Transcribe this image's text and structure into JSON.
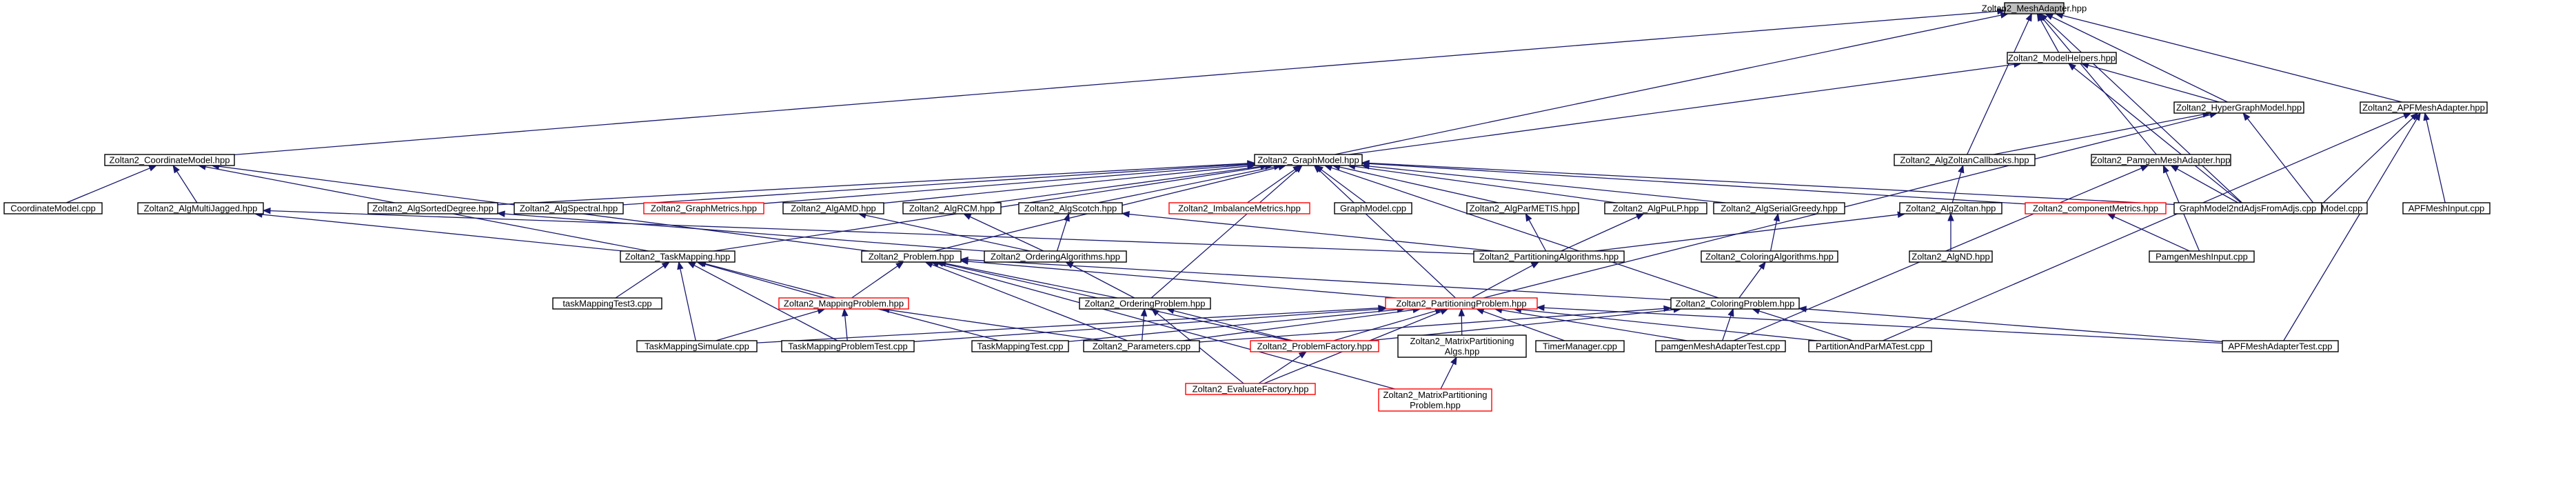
{
  "nodes": [
    {
      "id": "MeshAdapter",
      "label": "Zoltan2_MeshAdapter.hpp",
      "style": "root"
    },
    {
      "id": "ModelHelpers",
      "label": "Zoltan2_ModelHelpers.hpp",
      "style": "normal"
    },
    {
      "id": "CoordinateModel",
      "label": "Zoltan2_CoordinateModel.hpp",
      "style": "normal"
    },
    {
      "id": "HyperGraphModel",
      "label": "Zoltan2_HyperGraphModel.hpp",
      "style": "normal"
    },
    {
      "id": "APFMeshAdapter",
      "label": "Zoltan2_APFMeshAdapter.hpp",
      "style": "normal"
    },
    {
      "id": "CoordinateModelCpp",
      "label": "CoordinateModel.cpp",
      "style": "normal"
    },
    {
      "id": "AlgMultiJagged",
      "label": "Zoltan2_AlgMultiJagged.hpp",
      "style": "normal"
    },
    {
      "id": "GraphModel",
      "label": "Zoltan2_GraphModel.hpp",
      "style": "normal"
    },
    {
      "id": "AlgZoltanCallbacks",
      "label": "Zoltan2_AlgZoltanCallbacks.hpp",
      "style": "normal"
    },
    {
      "id": "PamgenMeshAdapter",
      "label": "Zoltan2_PamgenMeshAdapter.hpp",
      "style": "normal"
    },
    {
      "id": "HyperGraphModelCpp",
      "label": "HyperGraphModel.cpp",
      "style": "normal"
    },
    {
      "id": "APFMeshInputCpp",
      "label": "APFMeshInput.cpp",
      "style": "normal"
    },
    {
      "id": "AlgSortedDegree",
      "label": "Zoltan2_AlgSortedDegree.hpp",
      "style": "normal"
    },
    {
      "id": "AlgSpectral",
      "label": "Zoltan2_AlgSpectral.hpp",
      "style": "normal"
    },
    {
      "id": "GraphMetrics",
      "label": "Zoltan2_GraphMetrics.hpp",
      "style": "red"
    },
    {
      "id": "AlgAMD",
      "label": "Zoltan2_AlgAMD.hpp",
      "style": "normal"
    },
    {
      "id": "AlgRCM",
      "label": "Zoltan2_AlgRCM.hpp",
      "style": "normal"
    },
    {
      "id": "AlgScotch",
      "label": "Zoltan2_AlgScotch.hpp",
      "style": "normal"
    },
    {
      "id": "ImbalanceMetrics",
      "label": "Zoltan2_ImbalanceMetrics.hpp",
      "style": "red"
    },
    {
      "id": "GraphModelCpp",
      "label": "GraphModel.cpp",
      "style": "normal"
    },
    {
      "id": "AlgParMETIS",
      "label": "Zoltan2_AlgParMETIS.hpp",
      "style": "normal"
    },
    {
      "id": "AlgPuLP",
      "label": "Zoltan2_AlgPuLP.hpp",
      "style": "normal"
    },
    {
      "id": "AlgSerialGreedy",
      "label": "Zoltan2_AlgSerialGreedy.hpp",
      "style": "normal"
    },
    {
      "id": "AlgZoltan",
      "label": "Zoltan2_AlgZoltan.hpp",
      "style": "normal"
    },
    {
      "id": "ComponentMetrics",
      "label": "Zoltan2_componentMetrics.hpp",
      "style": "red"
    },
    {
      "id": "GraphModel2ndAdjs",
      "label": "GraphModel2ndAdjsFromAdjs.cpp",
      "style": "normal"
    },
    {
      "id": "TaskMapping",
      "label": "Zoltan2_TaskMapping.hpp",
      "style": "normal"
    },
    {
      "id": "Problem",
      "label": "Zoltan2_Problem.hpp",
      "style": "normal"
    },
    {
      "id": "OrderingAlgorithms",
      "label": "Zoltan2_OrderingAlgorithms.hpp",
      "style": "normal"
    },
    {
      "id": "PartitioningAlgorithms",
      "label": "Zoltan2_PartitioningAlgorithms.hpp",
      "style": "normal"
    },
    {
      "id": "ColoringAlgorithms",
      "label": "Zoltan2_ColoringAlgorithms.hpp",
      "style": "normal"
    },
    {
      "id": "AlgND",
      "label": "Zoltan2_AlgND.hpp",
      "style": "normal"
    },
    {
      "id": "PamgenMeshInputCpp",
      "label": "PamgenMeshInput.cpp",
      "style": "normal"
    },
    {
      "id": "TaskMappingTest3",
      "label": "taskMappingTest3.cpp",
      "style": "normal"
    },
    {
      "id": "MappingProblem",
      "label": "Zoltan2_MappingProblem.hpp",
      "style": "red"
    },
    {
      "id": "OrderingProblem",
      "label": "Zoltan2_OrderingProblem.hpp",
      "style": "normal"
    },
    {
      "id": "PartitioningProblem",
      "label": "Zoltan2_PartitioningProblem.hpp",
      "style": "red"
    },
    {
      "id": "ColoringProblem",
      "label": "Zoltan2_ColoringProblem.hpp",
      "style": "normal"
    },
    {
      "id": "TaskMappingSimulate",
      "label": "TaskMappingSimulate.cpp",
      "style": "normal"
    },
    {
      "id": "TaskMappingProblemTest",
      "label": "TaskMappingProblemTest.cpp",
      "style": "normal"
    },
    {
      "id": "TaskMappingTest",
      "label": "TaskMappingTest.cpp",
      "style": "normal"
    },
    {
      "id": "Parameters",
      "label": "Zoltan2_Parameters.cpp",
      "style": "normal"
    },
    {
      "id": "ProblemFactory",
      "label": "Zoltan2_ProblemFactory.hpp",
      "style": "red"
    },
    {
      "id": "MatrixPartitioningAlgs",
      "label": "Zoltan2_MatrixPartitioning Algs.hpp",
      "style": "normal"
    },
    {
      "id": "TimerManager",
      "label": "TimerManager.cpp",
      "style": "normal"
    },
    {
      "id": "PamgenMeshAdapterTest",
      "label": "pamgenMeshAdapterTest.cpp",
      "style": "normal"
    },
    {
      "id": "PartitionAndParMATest",
      "label": "PartitionAndParMATest.cpp",
      "style": "normal"
    },
    {
      "id": "APFMeshAdapterTest",
      "label": "APFMeshAdapterTest.cpp",
      "style": "normal"
    },
    {
      "id": "EvaluateFactory",
      "label": "Zoltan2_EvaluateFactory.hpp",
      "style": "red"
    },
    {
      "id": "MatrixPartitioningProblem",
      "label": "Zoltan2_MatrixPartitioning Problem.hpp",
      "style": "red"
    }
  ],
  "edges": [
    [
      "MeshAdapter",
      "ModelHelpers"
    ],
    [
      "MeshAdapter",
      "CoordinateModel"
    ],
    [
      "MeshAdapter",
      "GraphModel"
    ],
    [
      "MeshAdapter",
      "HyperGraphModel"
    ],
    [
      "MeshAdapter",
      "AlgZoltanCallbacks"
    ],
    [
      "MeshAdapter",
      "PamgenMeshAdapter"
    ],
    [
      "MeshAdapter",
      "APFMeshAdapter"
    ],
    [
      "MeshAdapter",
      "GraphModel2ndAdjs"
    ],
    [
      "ModelHelpers",
      "GraphModel"
    ],
    [
      "ModelHelpers",
      "HyperGraphModel"
    ],
    [
      "ModelHelpers",
      "GraphModel2ndAdjs"
    ],
    [
      "CoordinateModel",
      "CoordinateModelCpp"
    ],
    [
      "CoordinateModel",
      "AlgMultiJagged"
    ],
    [
      "CoordinateModel",
      "TaskMapping"
    ],
    [
      "CoordinateModel",
      "Problem"
    ],
    [
      "HyperGraphModel",
      "AlgZoltanCallbacks"
    ],
    [
      "HyperGraphModel",
      "HyperGraphModelCpp"
    ],
    [
      "HyperGraphModel",
      "PartitioningProblem"
    ],
    [
      "APFMeshAdapter",
      "HyperGraphModelCpp"
    ],
    [
      "APFMeshAdapter",
      "APFMeshInputCpp"
    ],
    [
      "APFMeshAdapter",
      "APFMeshAdapterTest"
    ],
    [
      "APFMeshAdapter",
      "PartitionAndParMATest"
    ],
    [
      "GraphModel",
      "AlgSortedDegree"
    ],
    [
      "GraphModel",
      "AlgSpectral"
    ],
    [
      "GraphModel",
      "GraphMetrics"
    ],
    [
      "GraphModel",
      "AlgAMD"
    ],
    [
      "GraphModel",
      "AlgRCM"
    ],
    [
      "GraphModel",
      "AlgScotch"
    ],
    [
      "GraphModel",
      "ImbalanceMetrics"
    ],
    [
      "GraphModel",
      "GraphModelCpp"
    ],
    [
      "GraphModel",
      "AlgParMETIS"
    ],
    [
      "GraphModel",
      "AlgPuLP"
    ],
    [
      "GraphModel",
      "AlgSerialGreedy"
    ],
    [
      "GraphModel",
      "ComponentMetrics"
    ],
    [
      "GraphModel",
      "GraphModel2ndAdjs"
    ],
    [
      "GraphModel",
      "TaskMapping"
    ],
    [
      "GraphModel",
      "Problem"
    ],
    [
      "GraphModel",
      "OrderingProblem"
    ],
    [
      "GraphModel",
      "PartitioningProblem"
    ],
    [
      "GraphModel",
      "ColoringProblem"
    ],
    [
      "AlgZoltanCallbacks",
      "AlgZoltan"
    ],
    [
      "PamgenMeshAdapter",
      "GraphModel2ndAdjs"
    ],
    [
      "PamgenMeshAdapter",
      "PamgenMeshInputCpp"
    ],
    [
      "PamgenMeshAdapter",
      "PamgenMeshAdapterTest"
    ],
    [
      "AlgMultiJagged",
      "TaskMapping"
    ],
    [
      "AlgMultiJagged",
      "PartitioningAlgorithms"
    ],
    [
      "AlgSortedDegree",
      "OrderingAlgorithms"
    ],
    [
      "AlgAMD",
      "OrderingAlgorithms"
    ],
    [
      "AlgRCM",
      "OrderingAlgorithms"
    ],
    [
      "AlgScotch",
      "OrderingAlgorithms"
    ],
    [
      "AlgScotch",
      "PartitioningAlgorithms"
    ],
    [
      "AlgParMETIS",
      "PartitioningAlgorithms"
    ],
    [
      "AlgPuLP",
      "PartitioningAlgorithms"
    ],
    [
      "AlgSerialGreedy",
      "ColoringAlgorithms"
    ],
    [
      "AlgZoltan",
      "PartitioningAlgorithms"
    ],
    [
      "AlgZoltan",
      "AlgND"
    ],
    [
      "ComponentMetrics",
      "PamgenMeshInputCpp"
    ],
    [
      "TaskMapping",
      "TaskMappingTest3"
    ],
    [
      "TaskMapping",
      "MappingProblem"
    ],
    [
      "TaskMapping",
      "TaskMappingSimulate"
    ],
    [
      "TaskMapping",
      "TaskMappingProblemTest"
    ],
    [
      "TaskMapping",
      "TaskMappingTest"
    ],
    [
      "Problem",
      "MappingProblem"
    ],
    [
      "Problem",
      "OrderingProblem"
    ],
    [
      "Problem",
      "PartitioningProblem"
    ],
    [
      "Problem",
      "ColoringProblem"
    ],
    [
      "Problem",
      "Parameters"
    ],
    [
      "Problem",
      "ProblemFactory"
    ],
    [
      "Problem",
      "MatrixPartitioningProblem"
    ],
    [
      "OrderingAlgorithms",
      "OrderingProblem"
    ],
    [
      "PartitioningAlgorithms",
      "PartitioningProblem"
    ],
    [
      "ColoringAlgorithms",
      "ColoringProblem"
    ],
    [
      "MappingProblem",
      "TaskMappingSimulate"
    ],
    [
      "MappingProblem",
      "TaskMappingProblemTest"
    ],
    [
      "MappingProblem",
      "Parameters"
    ],
    [
      "OrderingProblem",
      "Parameters"
    ],
    [
      "OrderingProblem",
      "ProblemFactory"
    ],
    [
      "OrderingProblem",
      "EvaluateFactory"
    ],
    [
      "PartitioningProblem",
      "TaskMappingSimulate"
    ],
    [
      "PartitioningProblem",
      "TaskMappingTest"
    ],
    [
      "PartitioningProblem",
      "Parameters"
    ],
    [
      "PartitioningProblem",
      "ProblemFactory"
    ],
    [
      "PartitioningProblem",
      "MatrixPartitioningAlgs"
    ],
    [
      "PartitioningProblem",
      "TimerManager"
    ],
    [
      "PartitioningProblem",
      "PamgenMeshAdapterTest"
    ],
    [
      "PartitioningProblem",
      "PartitionAndParMATest"
    ],
    [
      "PartitioningProblem",
      "APFMeshAdapterTest"
    ],
    [
      "PartitioningProblem",
      "TaskMappingProblemTest"
    ],
    [
      "PartitioningProblem",
      "EvaluateFactory"
    ],
    [
      "ColoringProblem",
      "ProblemFactory"
    ],
    [
      "ColoringProblem",
      "PamgenMeshAdapterTest"
    ],
    [
      "ColoringProblem",
      "PartitionAndParMATest"
    ],
    [
      "ColoringProblem",
      "APFMeshAdapterTest"
    ],
    [
      "ColoringProblem",
      "Parameters"
    ],
    [
      "ProblemFactory",
      "EvaluateFactory"
    ],
    [
      "MatrixPartitioningAlgs",
      "MatrixPartitioningProblem"
    ]
  ],
  "colors": {
    "edge": "#191970",
    "border": "#000000",
    "red_border": "#ff0000",
    "root_fill": "#bfbfbf"
  }
}
